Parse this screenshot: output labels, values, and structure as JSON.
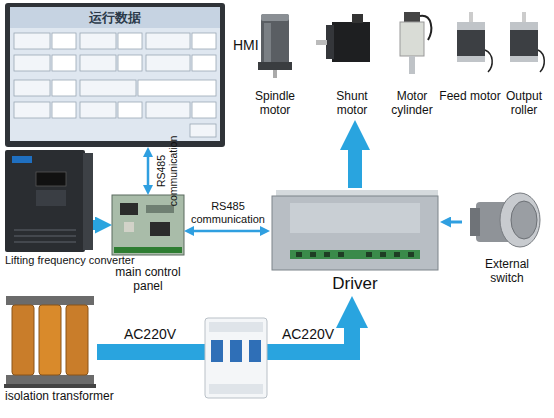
{
  "diagram": {
    "nodes": [
      {
        "text": [
          "运行数据",
          "HMI"
        ]
      },
      {
        "text": [
          "Spindle motor"
        ]
      },
      {
        "text": [
          "Shunt motor"
        ]
      },
      {
        "text": [
          "Motor cylinder"
        ]
      },
      {
        "text": [
          "Feed motor"
        ]
      },
      {
        "text": [
          "Output roller"
        ]
      },
      {
        "text": [
          "Lifting frequency converter"
        ]
      },
      {
        "text": [
          "main control panel"
        ]
      },
      {
        "text": [
          "Driver"
        ]
      },
      {
        "text": [
          "External switch"
        ]
      },
      {
        "text": [
          "isolation transformer"
        ]
      }
    ],
    "edges": [
      {
        "from": 0,
        "to": 7,
        "arrow": "both",
        "label": "RS485 communication"
      },
      {
        "from": 7,
        "to": 8,
        "arrow": "both",
        "label": "RS485 communication"
      },
      {
        "from": 6,
        "to": 7,
        "arrow": "to"
      },
      {
        "from": 8,
        "to": 2,
        "arrow": "to"
      },
      {
        "from": 9,
        "to": 8,
        "arrow": "to"
      },
      {
        "from": 10,
        "to": 8,
        "arrow": "to",
        "label": "AC220V"
      }
    ],
    "labels": [
      "AC220V"
    ]
  }
}
